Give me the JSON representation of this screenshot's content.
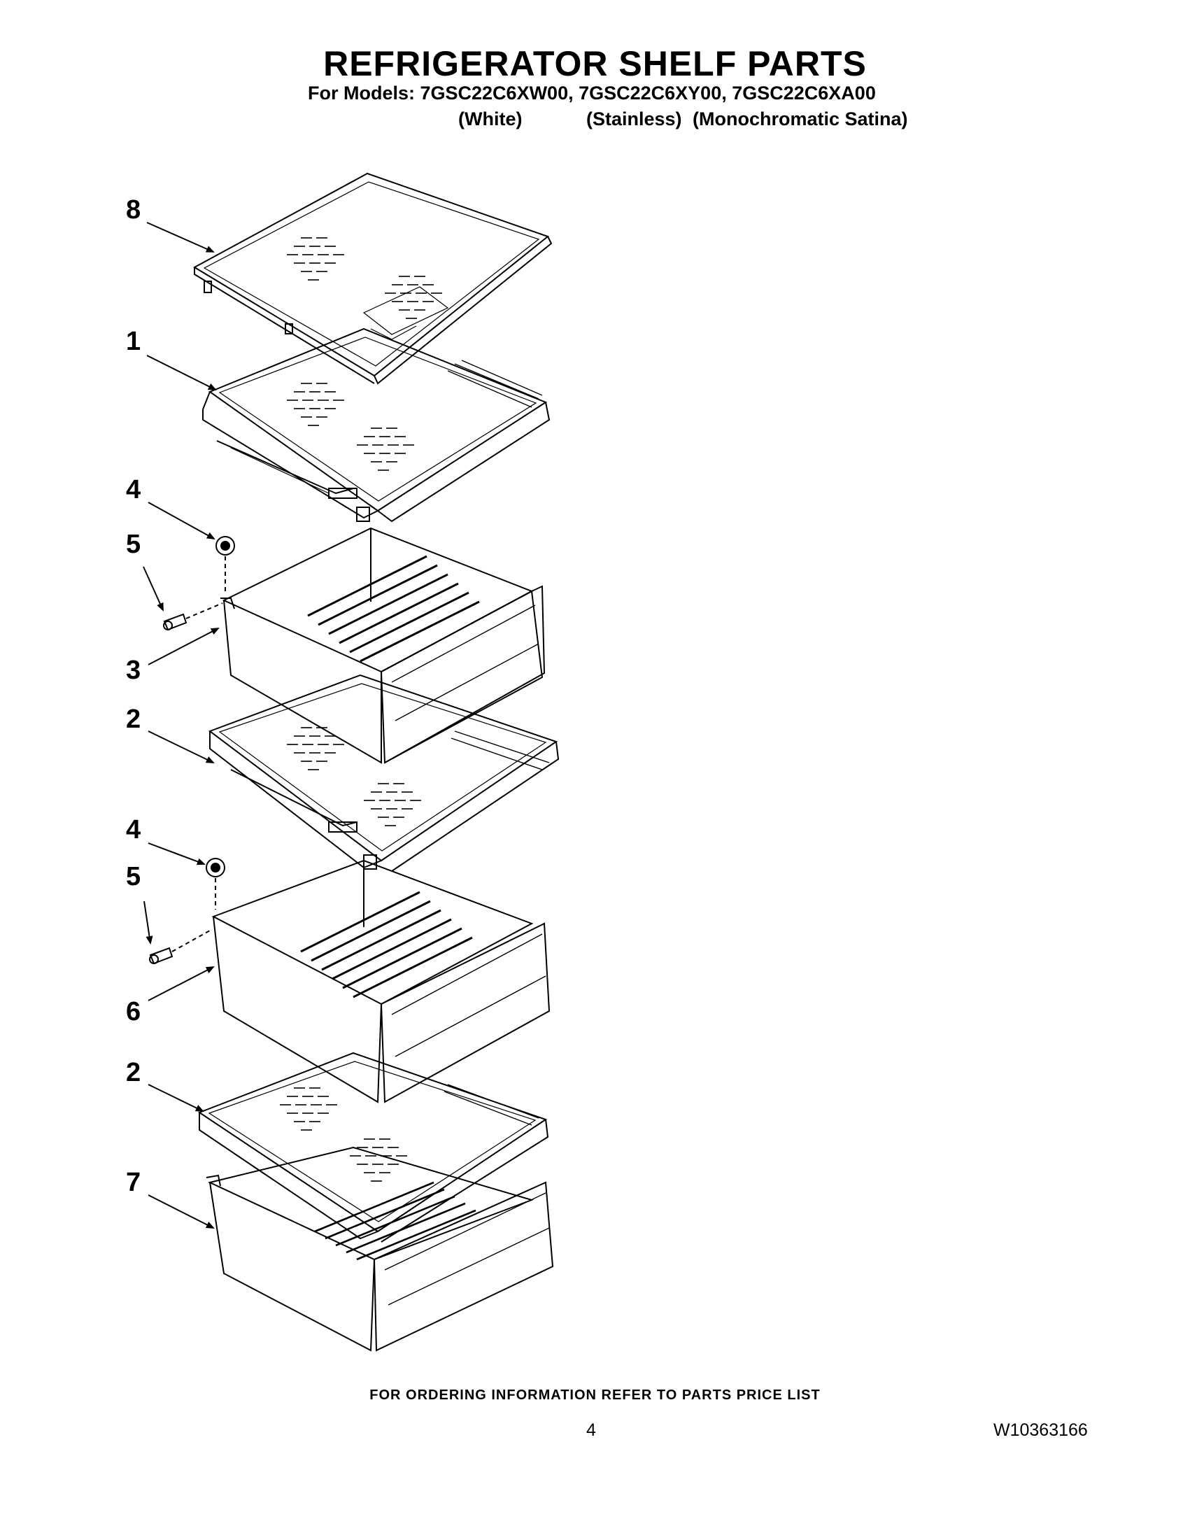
{
  "header": {
    "title": "REFRIGERATOR SHELF PARTS",
    "models_line": "For Models: 7GSC22C6XW00, 7GSC22C6XY00, 7GSC22C6XA00",
    "variants": [
      "(White)",
      "(Stainless)",
      "(Monochromatic Satina)"
    ]
  },
  "callouts": [
    "8",
    "1",
    "4",
    "5",
    "3",
    "2",
    "4",
    "5",
    "6",
    "2",
    "7"
  ],
  "footer": {
    "ordering_note": "FOR ORDERING INFORMATION REFER TO PARTS PRICE LIST",
    "page_number": "4",
    "document_number": "W10363166"
  }
}
